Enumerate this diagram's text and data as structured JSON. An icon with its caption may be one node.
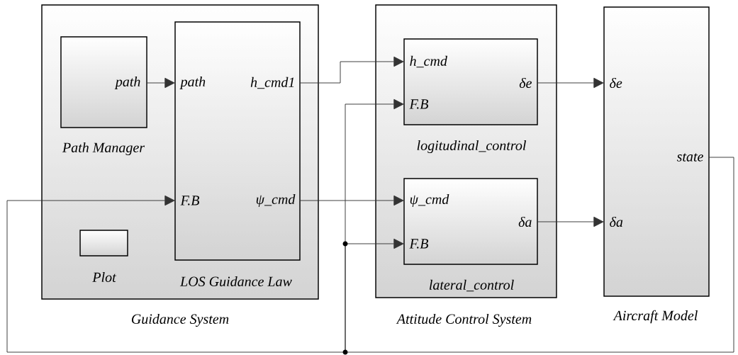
{
  "diagram": {
    "nodes": [
      {
        "text": [
          "Guidance System"
        ]
      },
      {
        "text": [
          "path",
          "Path Manager"
        ],
        "in": 0
      },
      {
        "text": [
          "path",
          "h_cmd1",
          "F.B",
          "ψ_cmd",
          "LOS Guidance Law"
        ],
        "in": 0
      },
      {
        "text": [
          "Plot"
        ],
        "in": 0
      },
      {
        "text": [
          "Attitude Control System"
        ]
      },
      {
        "text": [
          "h_cmd",
          "F.B",
          "δe",
          "logitudinal_control"
        ],
        "in": 4
      },
      {
        "text": [
          "ψ_cmd",
          "F.B",
          "δa",
          "lateral_control"
        ],
        "in": 4
      },
      {
        "text": [
          "δe",
          "δa",
          "state",
          "Aircraft Model"
        ]
      }
    ],
    "edges": [
      {
        "from": 1,
        "to": 2,
        "arrow": "to"
      },
      {
        "from": 2,
        "to": 5,
        "arrow": "to"
      },
      {
        "from": 2,
        "to": 6,
        "arrow": "to"
      },
      {
        "from": 5,
        "to": 7,
        "arrow": "to"
      },
      {
        "from": 6,
        "to": 7,
        "arrow": "to"
      },
      {
        "from": 7,
        "to": 2,
        "arrow": "to"
      },
      {
        "from": 7,
        "to": 5,
        "arrow": "to"
      },
      {
        "from": 7,
        "to": 6,
        "arrow": "to"
      }
    ]
  }
}
